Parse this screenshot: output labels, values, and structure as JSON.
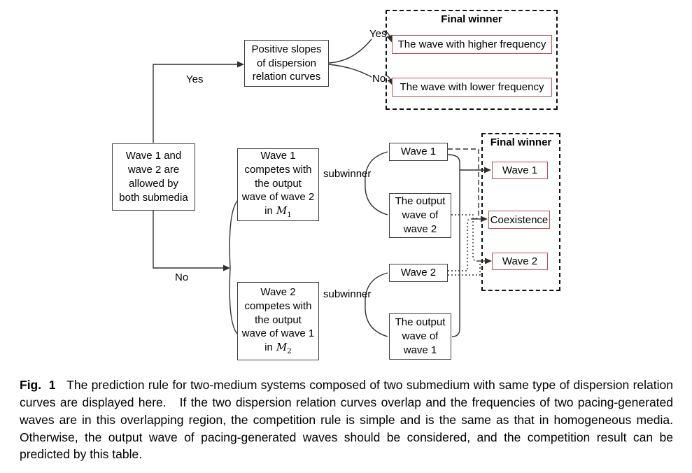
{
  "diagram": {
    "colors": {
      "box_border": "#3f3f3f",
      "highlight_border": "#c0504d",
      "line": "#303030",
      "dashed_border": "#111111"
    },
    "root_box": {
      "text": "Wave 1 and\nwave 2 are\nallowed by\nboth submedia"
    },
    "positive_slopes_box": {
      "text": "Positive slopes\nof dispersion\nrelation curves"
    },
    "labels": {
      "yes_main": "Yes",
      "no_main": "No",
      "yes_branch": "Yes",
      "no_branch": "No",
      "subwinner_1": "subwinner",
      "subwinner_2": "subwinner"
    },
    "top_final_winner": {
      "title": "Final winner",
      "higher_frequency": "The wave with higher frequency",
      "lower_frequency": "The wave with lower frequency"
    },
    "competes_1": {
      "body": "Wave 1\ncompetes with\nthe output\nwave of wave 2",
      "in_word": "in",
      "medium_symbol": "M",
      "medium_sub": "1"
    },
    "competes_2": {
      "body": "Wave 2\ncompetes with\nthe output\nwave of wave 1",
      "in_word": "in",
      "medium_symbol": "M",
      "medium_sub": "2"
    },
    "subwinner_boxes": {
      "wave1": "Wave 1",
      "output_of_wave2": "The output\nwave of\nwave 2",
      "wave2": "Wave 2",
      "output_of_wave1": "The output\nwave of\nwave 1"
    },
    "right_final_winner": {
      "title": "Final winner",
      "wave1": "Wave 1",
      "coexistence": "Coexistence",
      "wave2": "Wave 2"
    }
  },
  "caption": {
    "figure_label": "Fig.  1",
    "text": "   The prediction rule for two-medium systems composed of two submedium with same type of dispersion relation curves are displayed here.   If the two dispersion relation curves overlap and the frequencies of two pacing-generated waves are in this overlapping region, the competition rule is simple and is the same as that in homogeneous media.   Otherwise, the output wave of pacing-generated waves should be considered, and the competition result can be predicted by this table."
  }
}
